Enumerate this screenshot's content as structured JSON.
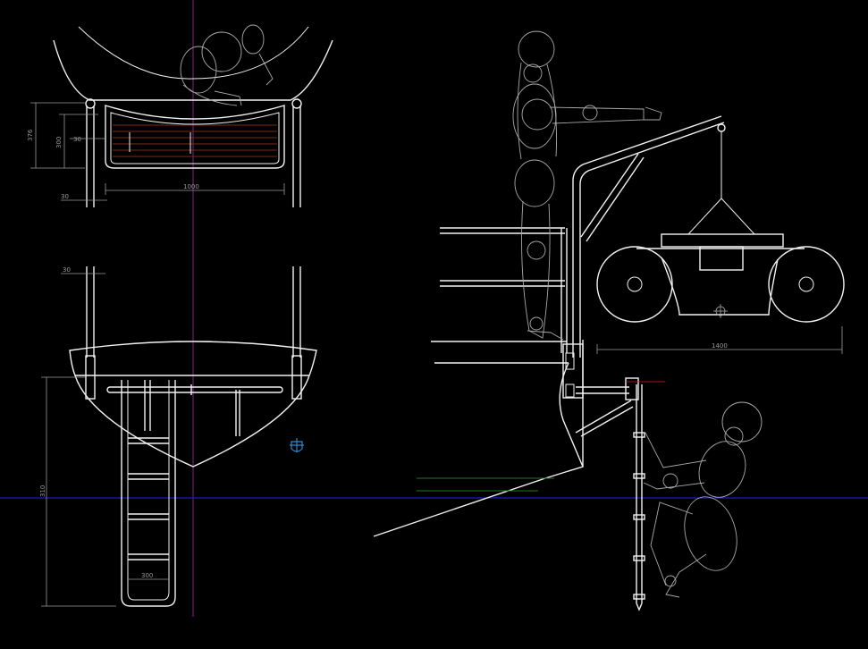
{
  "dimensions": {
    "top_view_height_outer": "376",
    "top_view_height_inner": "300",
    "top_view_step": "30",
    "top_view_width": "1000",
    "top_view_post_offset": "30",
    "stern_post_offset": "30",
    "ladder_height": "310",
    "ladder_width": "300",
    "dinghy_width": "1400"
  },
  "colors": {
    "background": "#000000",
    "lines": "#f2f2f2",
    "human_figures": "#a8a8a8",
    "centerline": "#8a1f8a",
    "waterline": "#1a1acc",
    "wood_slats": "#7a2a1a",
    "ground_line": "#1e7a1e",
    "marker": "#2a8ad0"
  }
}
